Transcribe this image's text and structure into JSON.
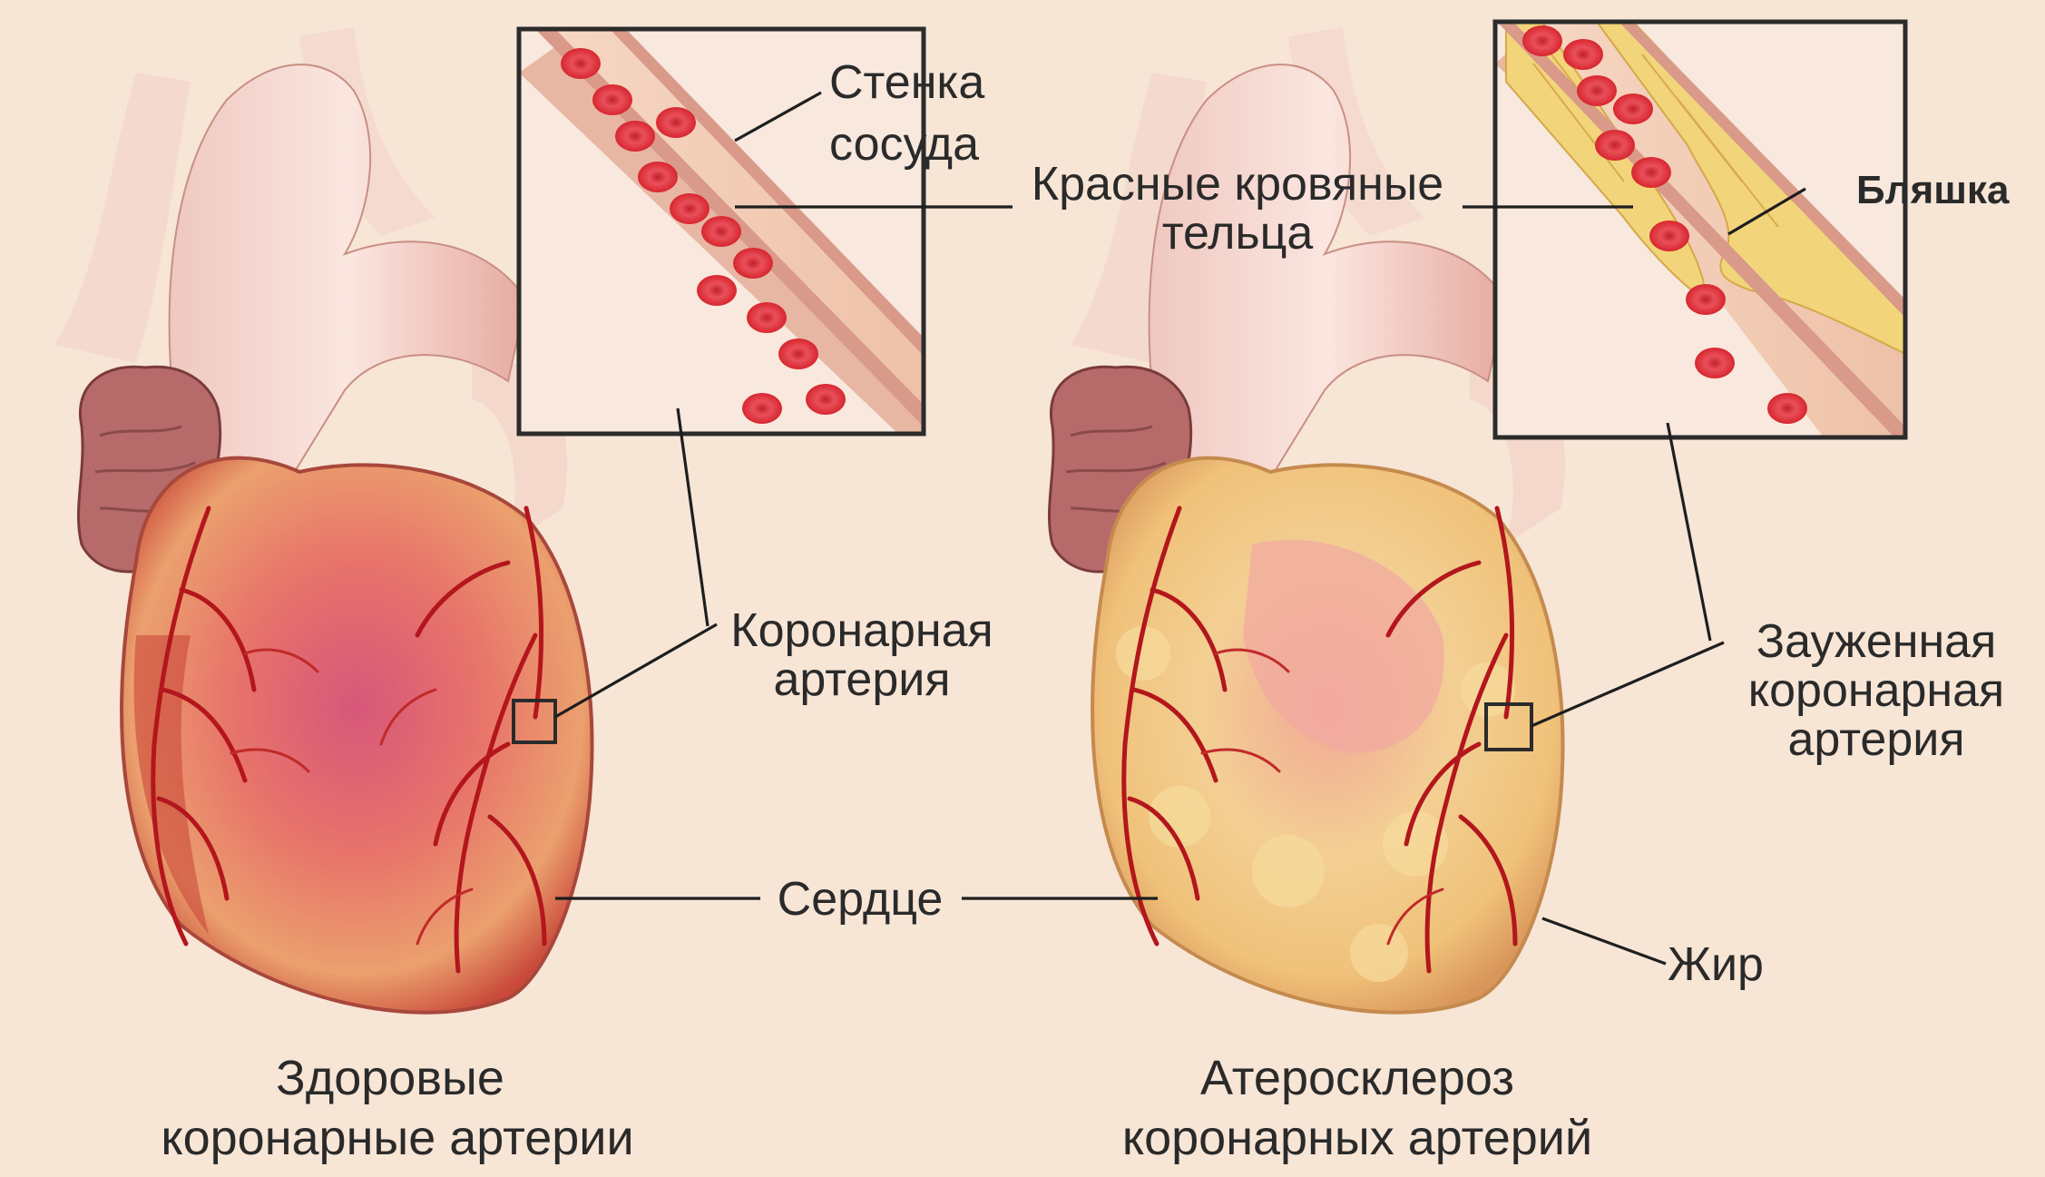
{
  "labels": {
    "vessel_wall_1": "Стенка",
    "vessel_wall_2": "сосуда",
    "red_blood_cells_1": "Красные кровяные",
    "red_blood_cells_2": "тельца",
    "plaque": "Бляшка",
    "coronary_artery_1": "Коронарная",
    "coronary_artery_2": "артерия",
    "narrowed_artery_1": "Зауженная",
    "narrowed_artery_2": "коронарная",
    "narrowed_artery_3": "артерия",
    "heart": "Сердце",
    "fat": "Жир"
  },
  "captions": {
    "healthy_1": "Здоровые",
    "healthy_2": "коронарные артерии",
    "atherosclerosis_1": "Атеросклероз",
    "atherosclerosis_2": "коронарных артерий"
  },
  "colors": {
    "background": "#f7e5d6",
    "healthy_heart": "#d9534f",
    "fatty_heart": "#f0c27a",
    "artery": "#b3161c",
    "blood_cell": "#e0323a",
    "plaque": "#f2d57a"
  }
}
